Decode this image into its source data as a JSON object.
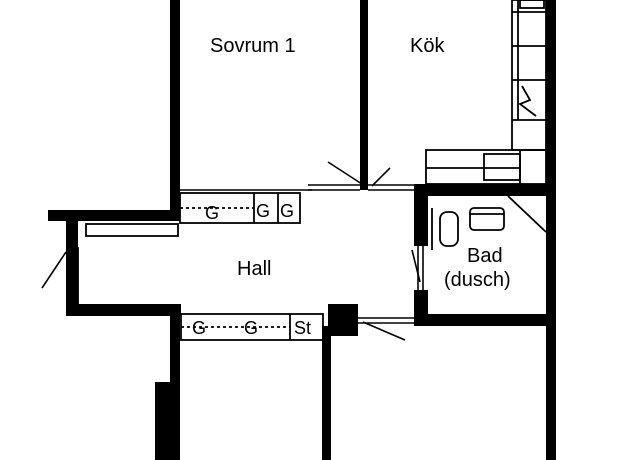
{
  "rooms": {
    "bedroom1": "Sovrum 1",
    "kitchen": "Kök",
    "hall": "Hall",
    "bathroom_line1": "Bad",
    "bathroom_line2": "(dusch)"
  },
  "fixtures": {
    "wardrobe": "G",
    "storage": "St"
  },
  "colors": {
    "ink": "#000000",
    "paper": "#ffffff"
  }
}
